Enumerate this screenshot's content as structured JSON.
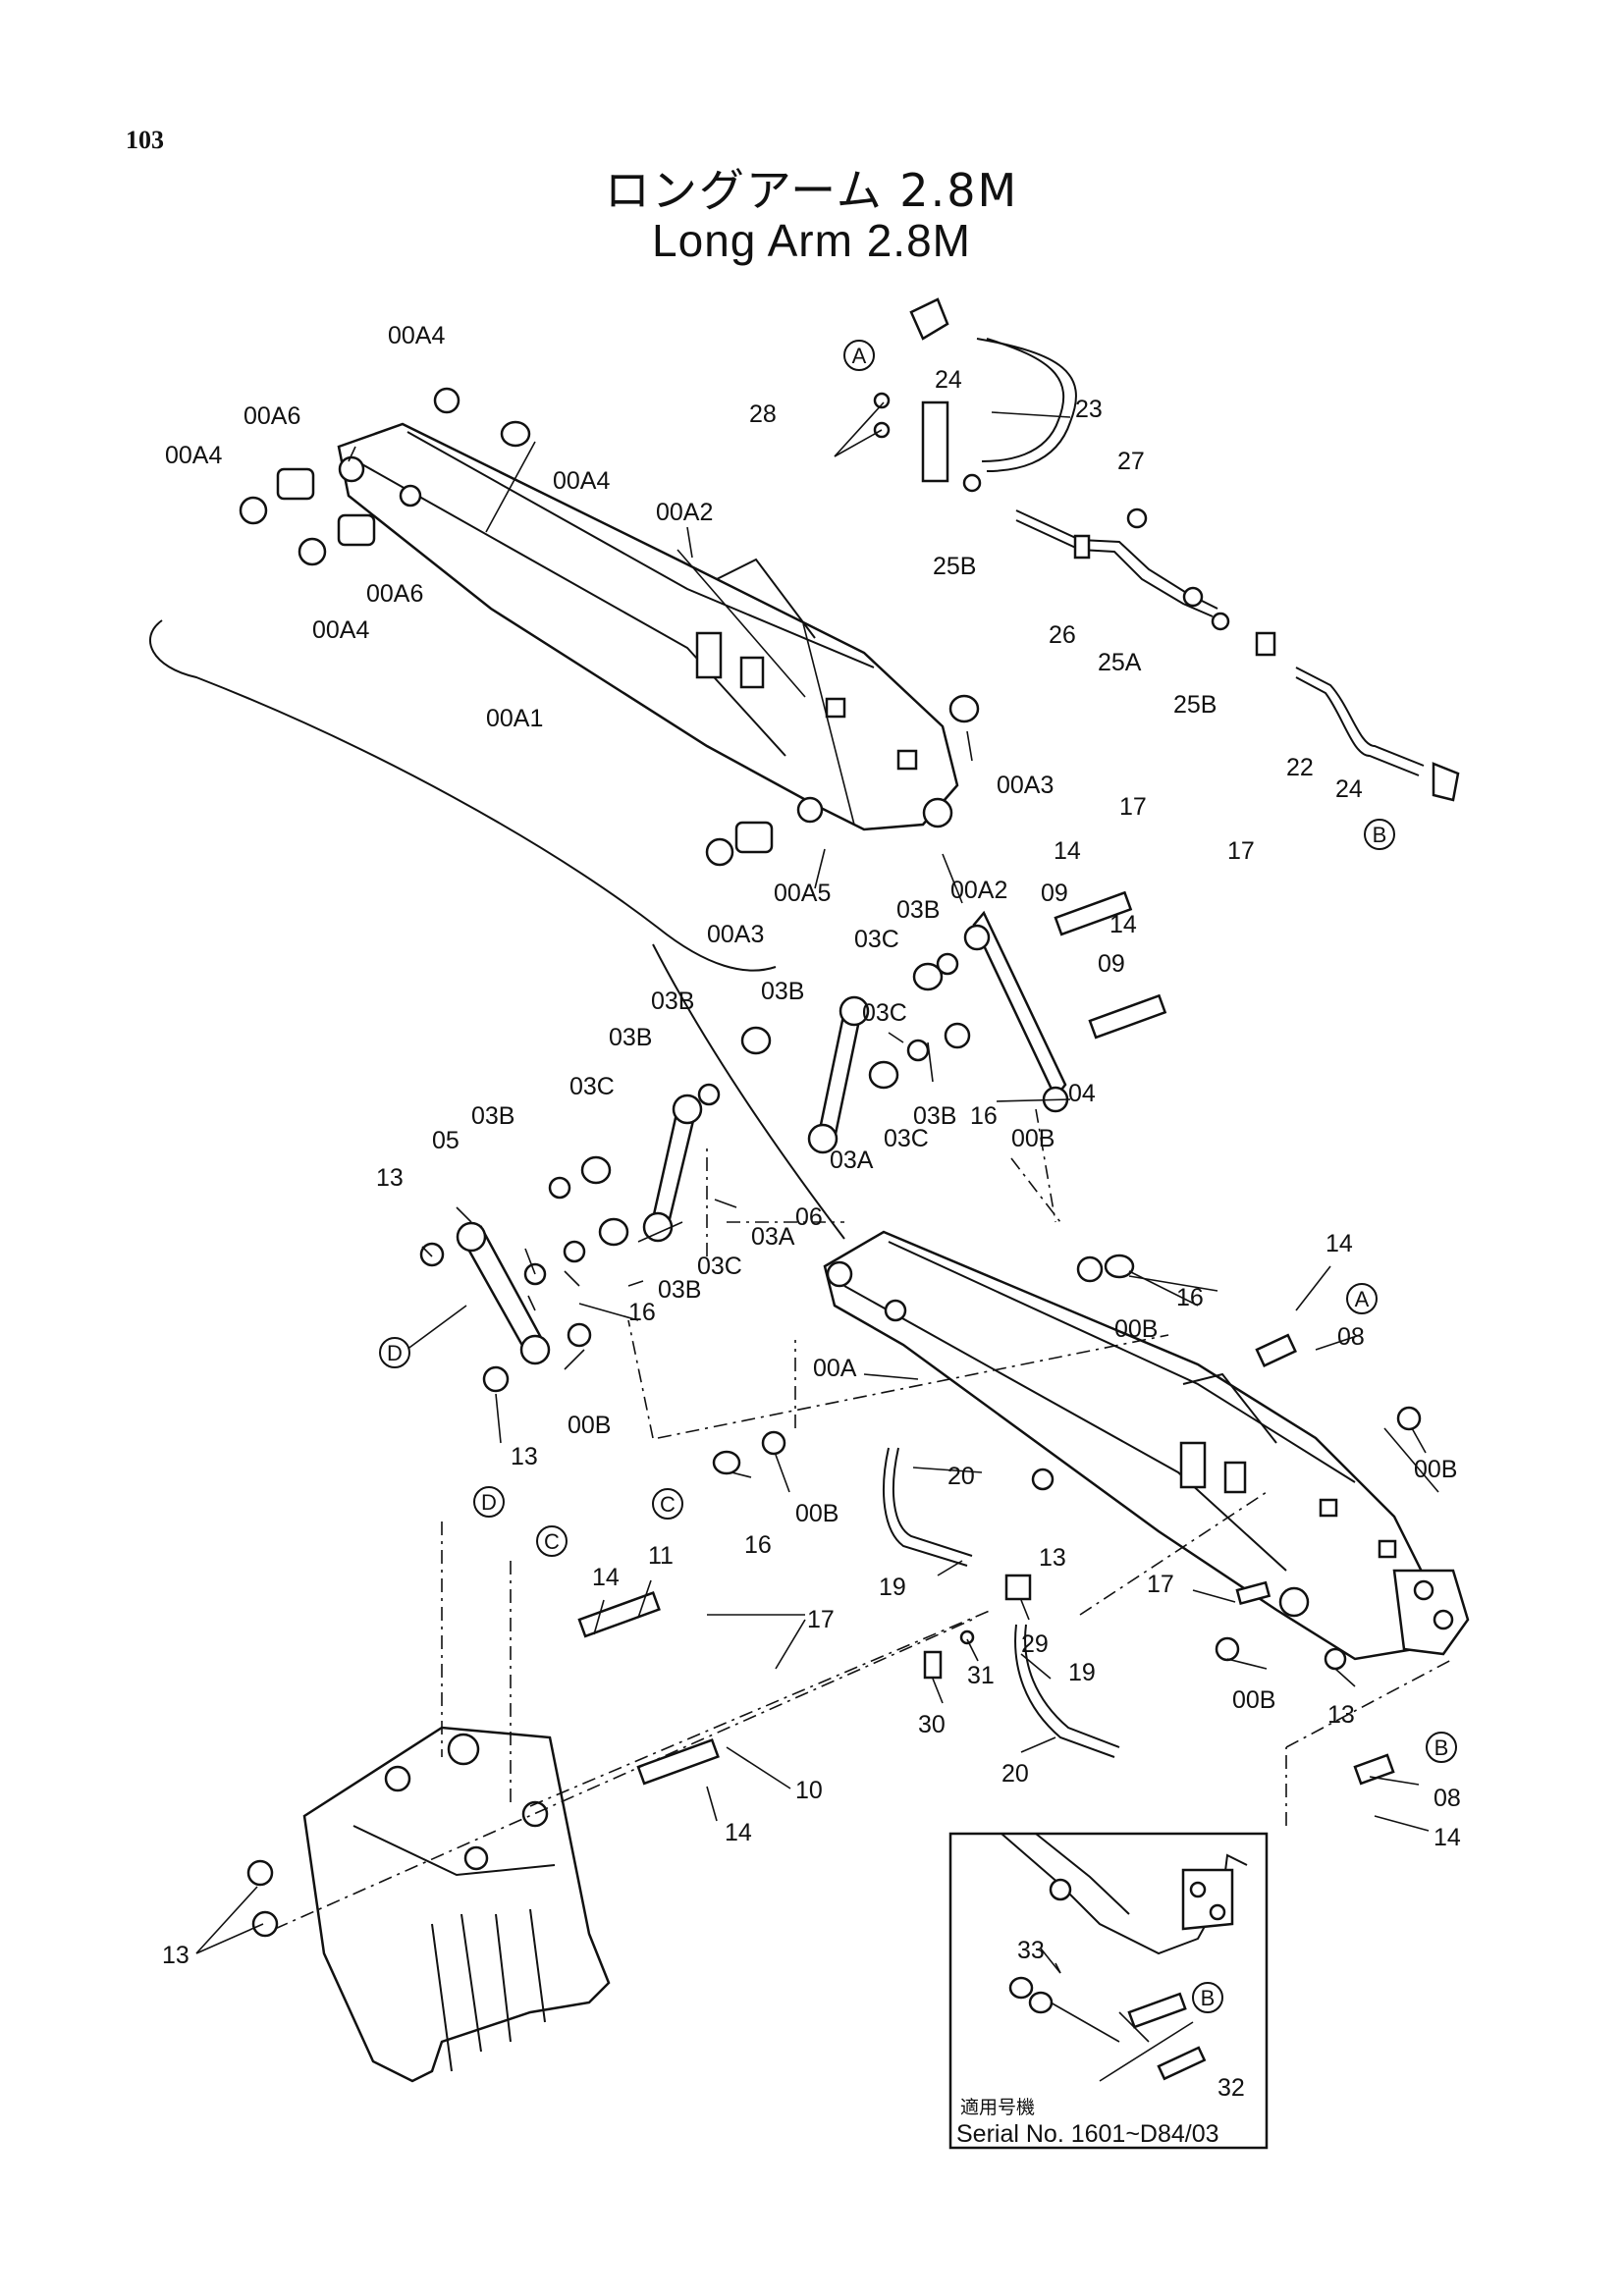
{
  "page_number": "103",
  "title_jp": "ロングアーム 2.8M",
  "title_en": "Long Arm 2.8M",
  "inset": {
    "applicable_jp": "適用号機",
    "serial": "Serial No. 1601~D84/03"
  },
  "labels": [
    "00A4",
    "00A6",
    "00A4",
    "00A4",
    "00A6",
    "00A4",
    "00A2",
    "00A1",
    "00A3",
    "00A5",
    "00A3",
    "00A2",
    "24",
    "23",
    "28",
    "27",
    "25B",
    "26",
    "25A",
    "25B",
    "22",
    "24",
    "17",
    "14",
    "09",
    "14",
    "09",
    "17",
    "03B",
    "03C",
    "03B",
    "03B",
    "03C",
    "04",
    "00B",
    "16",
    "03B",
    "03C",
    "03A",
    "03B",
    "03C",
    "03B",
    "05",
    "13",
    "03A",
    "06",
    "03C",
    "03B",
    "16",
    "00B",
    "13",
    "14",
    "08",
    "16",
    "00B",
    "00A",
    "00B",
    "20",
    "16",
    "00B",
    "13",
    "19",
    "29",
    "17",
    "31",
    "19",
    "30",
    "20",
    "00B",
    "13",
    "11",
    "14",
    "17",
    "10",
    "14",
    "13",
    "08",
    "14",
    "33",
    "32"
  ],
  "callouts": [
    "A",
    "B",
    "A",
    "B",
    "C",
    "D",
    "C",
    "D",
    "B"
  ]
}
